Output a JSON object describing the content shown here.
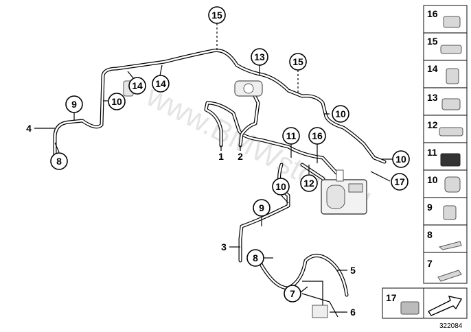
{
  "diagram": {
    "watermark": "www.BMWstore.pl",
    "reference_number": "322084",
    "callouts": [
      {
        "id": "c15a",
        "label": "15"
      },
      {
        "id": "c13",
        "label": "13"
      },
      {
        "id": "c15b",
        "label": "15"
      },
      {
        "id": "c14a",
        "label": "14"
      },
      {
        "id": "c14b",
        "label": "14"
      },
      {
        "id": "c10a",
        "label": "10"
      },
      {
        "id": "c9a",
        "label": "9"
      },
      {
        "id": "c8a",
        "label": "8"
      },
      {
        "id": "c10b",
        "label": "10"
      },
      {
        "id": "c11",
        "label": "11"
      },
      {
        "id": "c16",
        "label": "16"
      },
      {
        "id": "c10c",
        "label": "10"
      },
      {
        "id": "c17",
        "label": "17"
      },
      {
        "id": "c10d",
        "label": "10"
      },
      {
        "id": "c12",
        "label": "12"
      },
      {
        "id": "c9b",
        "label": "9"
      },
      {
        "id": "c8b",
        "label": "8"
      },
      {
        "id": "c7",
        "label": "7"
      }
    ],
    "plain_labels": [
      {
        "id": "l4",
        "label": "4"
      },
      {
        "id": "l1",
        "label": "1"
      },
      {
        "id": "l2",
        "label": "2"
      },
      {
        "id": "l3",
        "label": "3"
      },
      {
        "id": "l5",
        "label": "5"
      },
      {
        "id": "l6",
        "label": "6"
      }
    ]
  },
  "parts_panel": {
    "items": [
      {
        "number": "16"
      },
      {
        "number": "15"
      },
      {
        "number": "14"
      },
      {
        "number": "13"
      },
      {
        "number": "12"
      },
      {
        "number": "11"
      },
      {
        "number": "10"
      },
      {
        "number": "9"
      },
      {
        "number": "8"
      },
      {
        "number": "7"
      }
    ],
    "bottom_item": {
      "number": "17"
    }
  }
}
